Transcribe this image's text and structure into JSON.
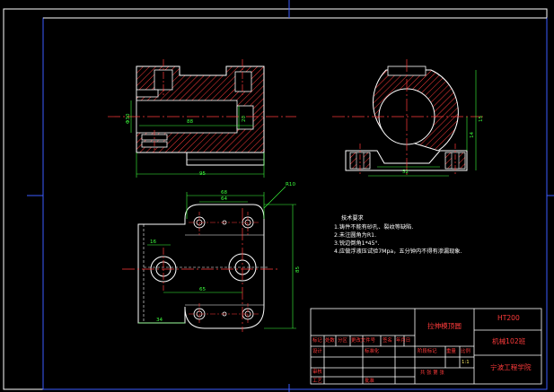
{
  "tech_notes": {
    "heading": "技术要求",
    "items": [
      "1.铸件不能有砂孔、裂纹等缺陷.",
      "2.未注圆角为R1.",
      "3.锐边倒角1*45°.",
      "4.应做浮液压试验7Mpa，五分钟内不得有渗漏现象."
    ]
  },
  "title_block": {
    "part_name": "拉伸模顶圆",
    "material": "HT200",
    "class": "机械102班",
    "school": "宁波工程学院",
    "scale": "1:1",
    "rev_headers": [
      "标记",
      "处数",
      "分区",
      "更改文件号",
      "签名",
      "年月日"
    ],
    "sign_rows": [
      "设计",
      "审核",
      "工艺"
    ],
    "std_label": "标准化",
    "approve_label": "批准",
    "stage_label": "阶段标记",
    "weight_label": "重量",
    "scale_label": "比例",
    "sheet_label": "共   张   第   张"
  },
  "dimensions": {
    "front_bore": "Φ30",
    "front_inner": "88",
    "front_total": "95",
    "front_small": "20",
    "side_height": "15",
    "side_offset": "14",
    "side_base": "52",
    "top_width_outer": "68",
    "top_width_inner": "64",
    "top_radius": "R10",
    "top_height": "85",
    "top_bolt_span": "65",
    "top_left_offset": "34",
    "top_small": "16"
  }
}
